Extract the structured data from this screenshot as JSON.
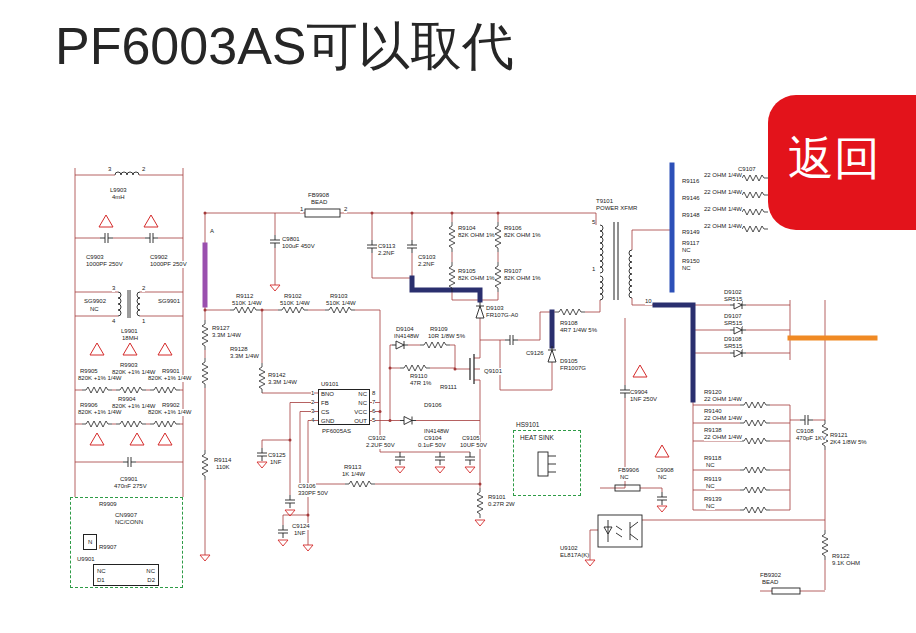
{
  "diagram": {
    "title": "PF6003AS可以取代",
    "nodes": [
      {
        "text": [
          "返回"
        ]
      },
      {
        "text": [
          "U9101",
          "BNO",
          "FB",
          "CS",
          "GND",
          "NC",
          "NC",
          "VCC",
          "OUT",
          "PF6005AS"
        ]
      },
      {
        "text": [
          "HS9101",
          "HEAT SINK"
        ]
      },
      {
        "text": [
          "R9909",
          "CN9907",
          "NC/CONN",
          "R9907",
          "U9901"
        ]
      },
      {
        "text": [
          "N"
        ],
        "in": 3
      },
      {
        "text": [
          "NC",
          "NC",
          "D1",
          "D2"
        ],
        "in": 3
      }
    ],
    "labels": [
      "L9903",
      "4mH",
      "3",
      "2",
      "A",
      "C9903",
      "1000PF 250V",
      "C9902",
      "1000PF 250V",
      "SG9902",
      "NC",
      "SG9901",
      "3",
      "2",
      "4",
      "1",
      "L9901",
      "18MH",
      "R9903",
      "820K +1% 1/4W",
      "R9905",
      "R9901",
      "820K +1% 1/4W",
      "820K +1% 1/4W",
      "R9904",
      "820K +1% 1/4W",
      "R9906",
      "820K +1% 1/4W",
      "R9902",
      "820K +1% 1/4W",
      "C9901",
      "470nF 275V",
      "FB9908",
      "BEAD",
      "1",
      "2",
      "C9801",
      "100uF 450V",
      "C9113",
      "2.2NF",
      "C9103",
      "2.2NF",
      "R9104",
      "82K OHM 1%",
      "R9106",
      "82K OHM 1%",
      "R9105",
      "82K OHM 1%",
      "R9107",
      "82K OHM 1%",
      "R9112",
      "510K 1/4W",
      "R9102",
      "510K 1/4W",
      "R9103",
      "510K 1/4W",
      "R9127",
      "3.3M 1/4W",
      "R9128",
      "3.3M 1/4W",
      "R9142",
      "3.3M 1/4W",
      "D9103",
      "FR107G-A0",
      "D9104",
      "IN4148W",
      "R9109",
      "10R 1/8W 5%",
      "R9110",
      "47R 1%",
      "Q9101",
      "C9126",
      "R9108",
      "4R7 1/4W 5%",
      "D9105",
      "FR1007G",
      "R9111",
      "D9106",
      "IN4148W",
      "R9114",
      "110K",
      "C9125",
      "1NF",
      "R9113",
      "1K 1/4W",
      "C9106",
      "330PF 50V",
      "C9124",
      "1NF",
      "C9102",
      "2.2UF 50V",
      "C9104",
      "0.1uF 50V",
      "C9105",
      "10UF 50V",
      "R9101",
      "0.27R 2W",
      "1",
      "2",
      "3",
      "4",
      "8",
      "7",
      "6",
      "5",
      "T9101",
      "POWER XFMR",
      "5",
      "1",
      "C9107",
      "R9116",
      "22 OHM 1/4W",
      "R9146",
      "22 OHM 1/4W",
      "R9148",
      "22 OHM 1/4W",
      "R9149",
      "22 OHM 1/4W",
      "R9117",
      "NC",
      "R9150",
      "NC",
      "D9102",
      "SR515",
      "D9107",
      "SR515",
      "D9108",
      "SR515",
      "C9904",
      "1NF 250V",
      "R9120",
      "22 OHM 1/4W",
      "R9140",
      "22 OHM 1/4W",
      "R9138",
      "22 OHM 1/4W",
      "R9118",
      "NC",
      "R9119",
      "NC",
      "R9139",
      "NC",
      "C9108",
      "470pF 1KV",
      "R9121",
      "2K4 1/8W 5%",
      "FB9906",
      "NC",
      "C9908",
      "NC",
      "U9102",
      "EL817A(K)",
      "R9122",
      "9.1K OHM",
      "FB9302",
      "BEAD",
      "10"
    ]
  }
}
